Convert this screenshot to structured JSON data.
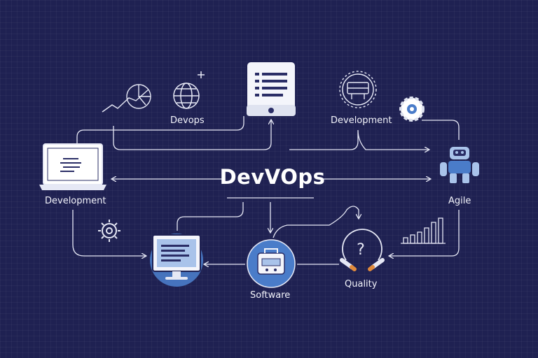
{
  "title": "DevVOps",
  "labels": {
    "devops": "Devops",
    "development_top": "Development",
    "development_left": "Development",
    "agile": "Agile",
    "software": "Software",
    "quality": "Quality"
  },
  "icons": {
    "trend_chart": "line-chart-icon",
    "globe": "globe-icon",
    "document_tablet": "document-tablet-icon",
    "gear_machine": "gear-machine-icon",
    "small_gear": "small-gear-icon",
    "laptop": "laptop-icon",
    "robot": "robot-icon",
    "cog": "cog-icon",
    "monitor": "monitor-icon",
    "toolbox": "toolbox-icon",
    "question_loop": "question-loop-icon",
    "bar_chart": "bar-chart-icon"
  },
  "colors": {
    "background": "#1f2152",
    "line": "#e6e8f5",
    "accent_blue": "#4a7cc9",
    "light_blue": "#a9c3ea",
    "orange": "#e08a3c"
  }
}
